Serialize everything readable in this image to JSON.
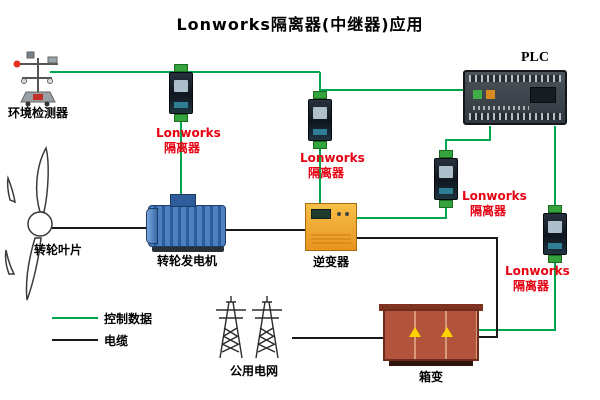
{
  "title": "Lonworks隔离器(中继器)应用",
  "colors": {
    "control_line": "#00a550",
    "cable_line": "#1a1a1a",
    "isolator_label_color": "#e60012",
    "isolator_terminal": "#35a33c",
    "inverter_body": "#f0a030",
    "generator_body": "#3f6fb5",
    "transformer_body": "#b2543c",
    "warning_triangle": "#ffd400"
  },
  "devices": {
    "weather_station": {
      "label": "环境检测器"
    },
    "rotor_blades": {
      "label": "转轮叶片"
    },
    "generator": {
      "label": "转轮发电机"
    },
    "inverter": {
      "label": "逆变器"
    },
    "utility_grid": {
      "label": "公用电网"
    },
    "box_transformer": {
      "label": "箱变"
    },
    "plc": {
      "label": "PLC"
    }
  },
  "isolators": [
    {
      "line1": "Lonworks",
      "line2": "隔离器"
    },
    {
      "line1": "Lonworks",
      "line2": "隔离器"
    },
    {
      "line1": "Lonworks",
      "line2": "隔离器"
    },
    {
      "line1": "Lonworks",
      "line2": "隔离器"
    }
  ],
  "legend": {
    "control_data": "控制数据",
    "cable": "电缆"
  }
}
